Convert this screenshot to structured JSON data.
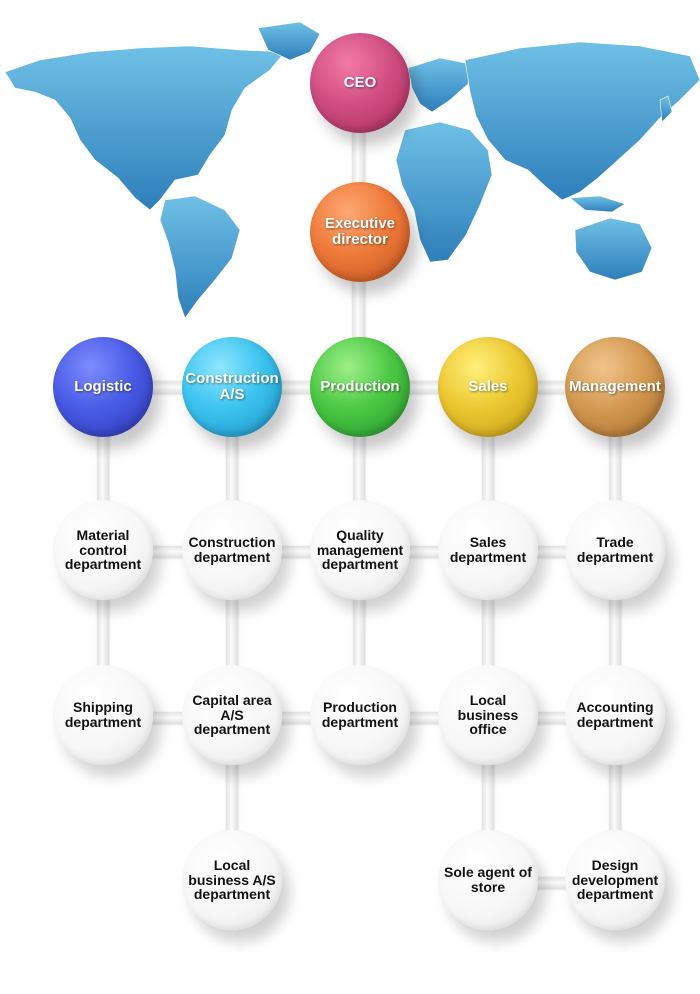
{
  "map": {
    "color": "#3f96cc",
    "icon": "world-map"
  },
  "top": {
    "ceo": {
      "label": "CEO",
      "color": "#c93a6e"
    },
    "executive": {
      "label": "Executive director",
      "color": "#e26a2c"
    }
  },
  "divisions": [
    {
      "label": "Logistic",
      "color": "#3a4fd8"
    },
    {
      "label": "Construction A/S",
      "color": "#2fb6e8"
    },
    {
      "label": "Production",
      "color": "#3cb83c"
    },
    {
      "label": "Sales",
      "color": "#e6c12a"
    },
    {
      "label": "Management",
      "color": "#c98a3f"
    }
  ],
  "departments": {
    "logistic": [
      "Material control department",
      "Shipping department"
    ],
    "construction": [
      "Construction department",
      "Capital area A/S department",
      "Local business A/S department"
    ],
    "production": [
      "Quality management department",
      "Production department"
    ],
    "sales": [
      "Sales department",
      "Local business office",
      "Sole agent of store"
    ],
    "management": [
      "Trade department",
      "Accounting department",
      "Design development department"
    ]
  }
}
